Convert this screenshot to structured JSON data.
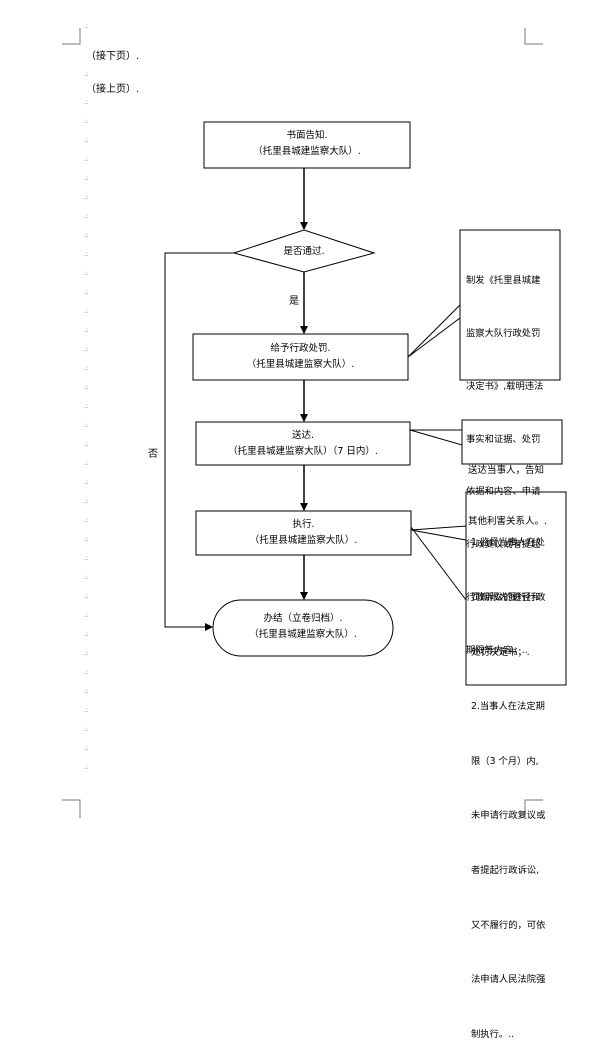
{
  "header": {
    "continued_next": "（接下页）.",
    "continued_prev": "（接上页）."
  },
  "flow": {
    "notice": [
      "书面告知.",
      "（托里县城建监察大队）."
    ],
    "decision": "是否通过.",
    "yes_label": "是",
    "no_label": "否",
    "penalty": [
      "给予行政处罚.",
      "（托里县城建监察大队）."
    ],
    "serve": [
      "送达.",
      "（托里县城建监察大队）（7 日内）."
    ],
    "execute": [
      "执行.",
      "（托里县城建监察大队）."
    ],
    "close": [
      "办结（立卷归档）.",
      "（托里县城建监察大队）."
    ]
  },
  "notes": {
    "penalty_note": [
      "制发《托里县城建",
      "监察大队行政处罚",
      "决定书》,载明违法",
      "事实和证据、处罚",
      "依据和内容、申请",
      "行政复议或者提起",
      "行政诉讼的途径和",
      "期限等内容。.."
    ],
    "serve_note": [
      "送达当事人，告知",
      "其他利害关系人。."
    ],
    "execute_note": [
      "1.监督当事人在处",
      "罚期限内履行行政",
      "处罚决定书；.",
      "2.当事人在法定期",
      "限（3 个月）内,",
      "未申请行政复议或",
      "者提起行政诉讼,",
      "又不履行的，可依",
      "法申请人民法院强",
      "制执行。.."
    ]
  }
}
